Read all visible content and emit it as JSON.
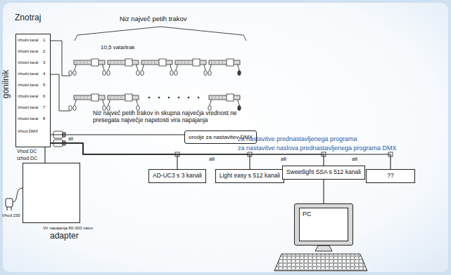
{
  "diagram": {
    "nodes": [
      {
        "text": [
          "Znotraj",
          "gonilnik"
        ]
      },
      {
        "text": [
          "Vir napajanja 80-300 vatov",
          "adapter"
        ]
      },
      {
        "text": [
          "orodje za nastavitev DMX"
        ]
      },
      {
        "text": [
          "AD-UC3 s 3 kanali"
        ]
      },
      {
        "text": [
          "Light easy s 512 kanali"
        ]
      },
      {
        "text": [
          "Sweetlight SSA s 512 kanali"
        ]
      },
      {
        "text": [
          "??"
        ]
      },
      {
        "text": [
          "PC"
        ]
      }
    ],
    "edges": [
      {
        "from": 0,
        "to": 2,
        "arrow": "none"
      },
      {
        "from": 0,
        "to": 3,
        "arrow": "none"
      },
      {
        "from": 0,
        "to": 4,
        "arrow": "none"
      },
      {
        "from": 0,
        "to": 5,
        "arrow": "none"
      },
      {
        "from": 0,
        "to": 6,
        "arrow": "none"
      },
      {
        "from": 5,
        "to": 7,
        "arrow": "none"
      },
      {
        "from": 1,
        "to": 0,
        "arrow": "none"
      }
    ],
    "labels": [
      "Niz največ petih trakov",
      "10,5 vata/trak",
      "Niz največ petih trakov in skupna največja vrednost ne presegata največje napetosti vira napajanja",
      "Izhodni kanal",
      "1",
      "Izhodni kanal",
      "2",
      "Izhodni kanal",
      "3",
      "Izhodni kanal",
      "4",
      "Izhodni kanal",
      "5",
      "Izhodni kanal",
      "6",
      "Izhodni kanal",
      "7",
      "Izhodni kanal",
      "8",
      "Vhod DMX",
      "Vhod DC",
      "Izhod DC",
      "Vhod 230",
      "ali",
      "za nastavitve prednastavljenega programa",
      "za nastavitve naslova prednastavljenega programa DMX",
      "ali",
      "ali",
      "ali"
    ]
  }
}
